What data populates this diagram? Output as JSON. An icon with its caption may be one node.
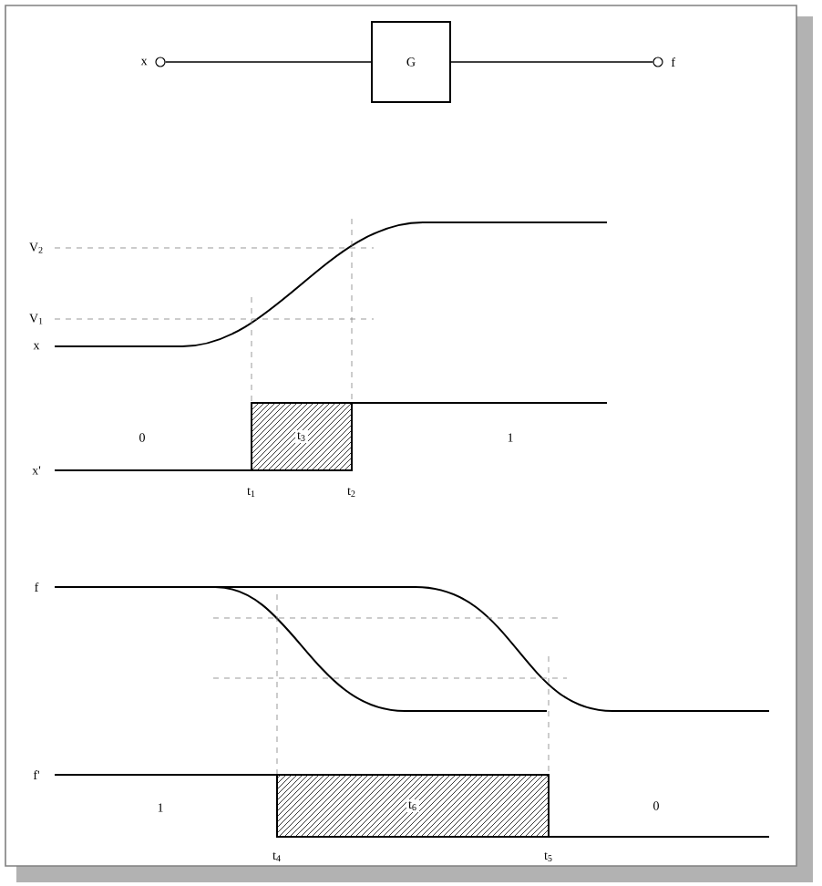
{
  "diagram": {
    "nodes": [
      {
        "text": [],
        "shape": "circle",
        "beside": [
          "x"
        ]
      },
      {
        "text": [
          "G"
        ]
      },
      {
        "text": [],
        "shape": "circle",
        "beside": [
          "f"
        ]
      },
      {
        "text": [
          "t$_{3}$"
        ]
      },
      {
        "text": [
          "t$_{6}$"
        ]
      }
    ],
    "edges": [
      {
        "from": 0,
        "to": 1,
        "arrow": "none"
      },
      {
        "from": 1,
        "to": 2,
        "arrow": "none"
      }
    ],
    "labels": [
      "V$_{2}$",
      "V$_{1}$",
      "x",
      "0",
      "1",
      "x'",
      "t$_{1}$",
      "t$_{2}$",
      "f",
      "f'",
      "1",
      "0",
      "t$_{4}$",
      "t$_{5}$"
    ]
  }
}
